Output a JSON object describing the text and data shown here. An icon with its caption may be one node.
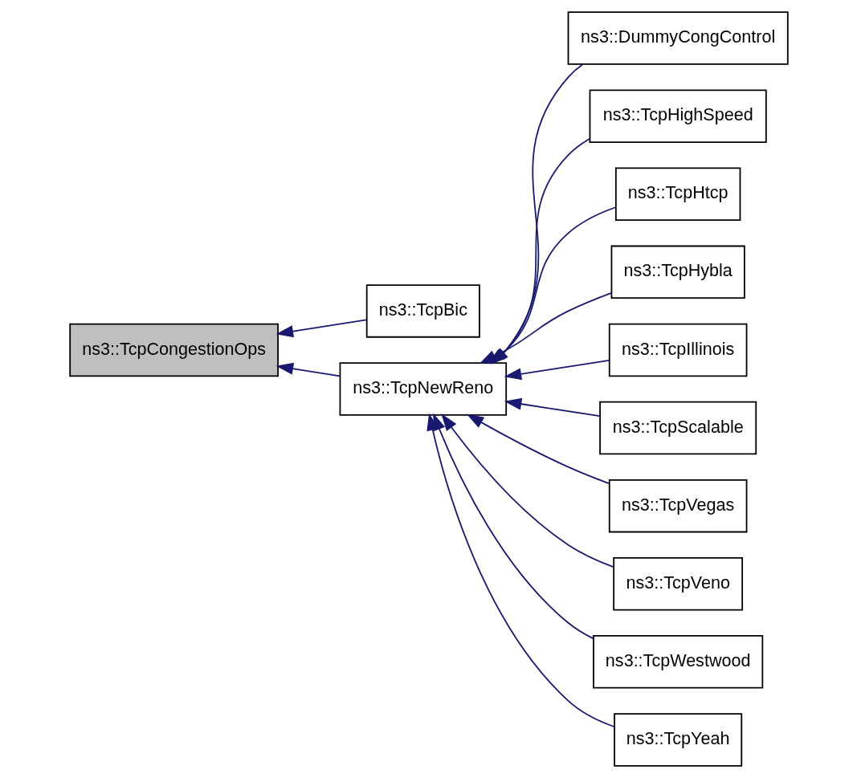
{
  "diagram": {
    "nodes": [
      {
        "text": [
          "ns3::TcpCongestionOps"
        ]
      },
      {
        "text": [
          "ns3::TcpBic"
        ]
      },
      {
        "text": [
          "ns3::TcpNewReno"
        ]
      },
      {
        "text": [
          "ns3::DummyCongControl"
        ]
      },
      {
        "text": [
          "ns3::TcpHighSpeed"
        ]
      },
      {
        "text": [
          "ns3::TcpHtcp"
        ]
      },
      {
        "text": [
          "ns3::TcpHybla"
        ]
      },
      {
        "text": [
          "ns3::TcpIllinois"
        ]
      },
      {
        "text": [
          "ns3::TcpScalable"
        ]
      },
      {
        "text": [
          "ns3::TcpVegas"
        ]
      },
      {
        "text": [
          "ns3::TcpVeno"
        ]
      },
      {
        "text": [
          "ns3::TcpWestwood"
        ]
      },
      {
        "text": [
          "ns3::TcpYeah"
        ]
      }
    ],
    "edges": [
      {
        "from": 1,
        "to": 0,
        "arrow": "to"
      },
      {
        "from": 2,
        "to": 0,
        "arrow": "to"
      },
      {
        "from": 3,
        "to": 2,
        "arrow": "to"
      },
      {
        "from": 4,
        "to": 2,
        "arrow": "to"
      },
      {
        "from": 5,
        "to": 2,
        "arrow": "to"
      },
      {
        "from": 6,
        "to": 2,
        "arrow": "to"
      },
      {
        "from": 7,
        "to": 2,
        "arrow": "to"
      },
      {
        "from": 8,
        "to": 2,
        "arrow": "to"
      },
      {
        "from": 9,
        "to": 2,
        "arrow": "to"
      },
      {
        "from": 10,
        "to": 2,
        "arrow": "to"
      },
      {
        "from": 11,
        "to": 2,
        "arrow": "to"
      },
      {
        "from": 12,
        "to": 2,
        "arrow": "to"
      }
    ]
  }
}
